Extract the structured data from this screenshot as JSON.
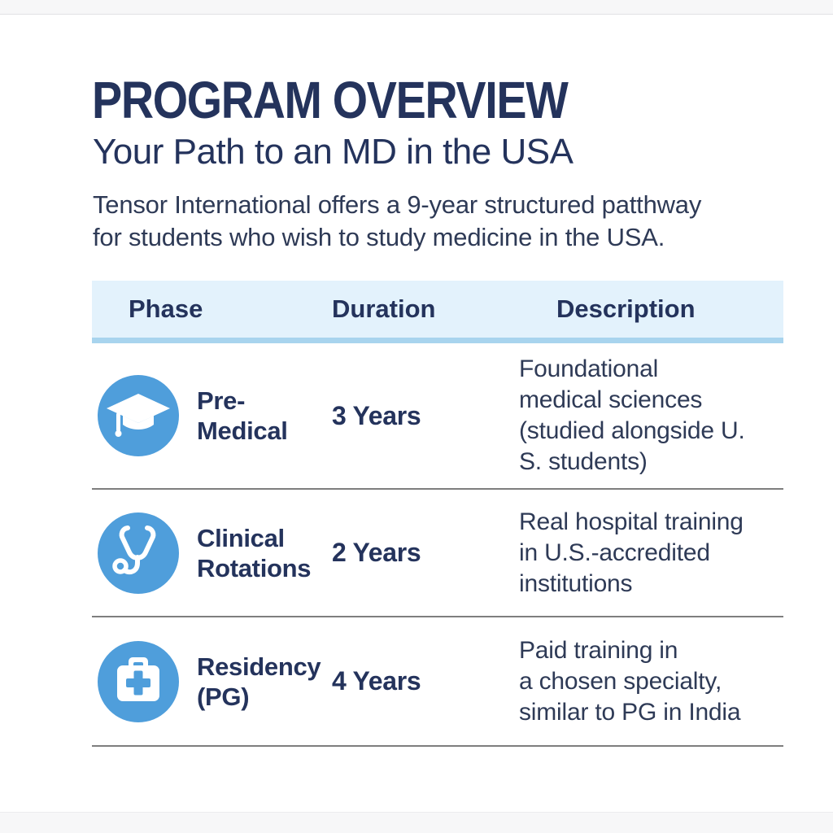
{
  "page": {
    "title": "PROGRAM OVERVIEW",
    "subtitle": "Your Path to an MD in the USA",
    "intro": "Tensor International offers a 9-year structured patthway\nfor students who wish to study medicine in the USA."
  },
  "table": {
    "headers": [
      "Phase",
      "Duration",
      "Description"
    ],
    "rows": [
      {
        "icon": "graduation-cap-icon",
        "phase": "Pre-\nMedical",
        "duration": "3 Years",
        "description": "Foundational\nmedical sciences\n(studied alongside U.\nS. students)"
      },
      {
        "icon": "stethoscope-icon",
        "phase": "Clinical\nRotations",
        "duration": "2 Years",
        "description": "Real hospital training\nin U.S.-accredited\ninstitutions"
      },
      {
        "icon": "medical-kit-icon",
        "phase": "Residency\n(PG)",
        "duration": "4 Years",
        "description": "Paid training in\na chosen specialty,\nsimilar to PG in India"
      }
    ]
  },
  "colors": {
    "accent_blue": "#4F9EDB",
    "navy_text": "#24335C",
    "body_text": "#2E3A56",
    "header_bg": "#E3F2FC",
    "header_underline": "#A8D4EE",
    "divider": "#7E7E7E"
  }
}
